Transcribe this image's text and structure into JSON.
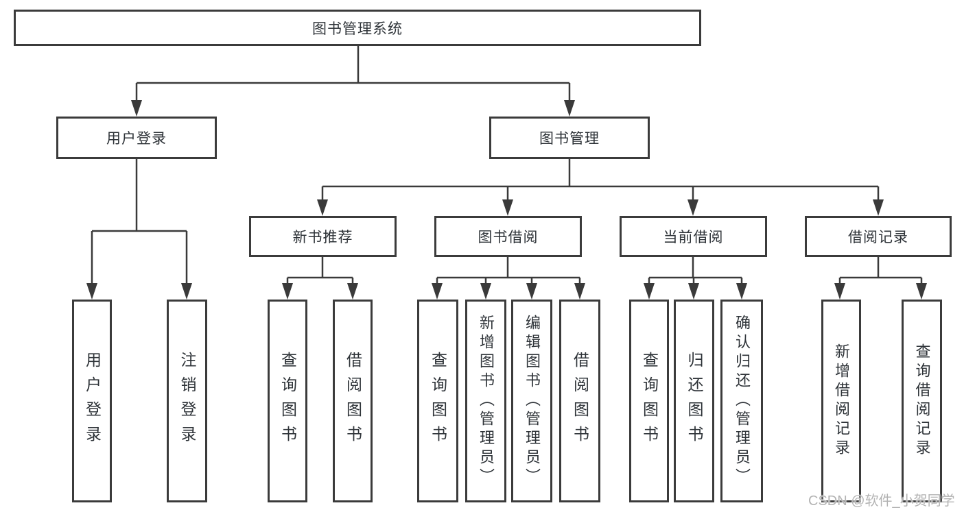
{
  "tree": {
    "label": "图书管理系统",
    "children": [
      {
        "label": "用户登录",
        "children": [
          {
            "label": "用户登录"
          },
          {
            "label": "注销登录"
          }
        ]
      },
      {
        "label": "图书管理",
        "children": [
          {
            "label": "新书推荐",
            "children": [
              {
                "label": "查询图书"
              },
              {
                "label": "借阅图书"
              }
            ]
          },
          {
            "label": "图书借阅",
            "children": [
              {
                "label": "查询图书"
              },
              {
                "label": "新增图书（管理员）"
              },
              {
                "label": "编辑图书（管理员）"
              },
              {
                "label": "借阅图书"
              }
            ]
          },
          {
            "label": "当前借阅",
            "children": [
              {
                "label": "查询图书"
              },
              {
                "label": "归还图书"
              },
              {
                "label": "确认归还（管理员）"
              }
            ]
          },
          {
            "label": "借阅记录",
            "children": [
              {
                "label": "新增借阅记录"
              },
              {
                "label": "查询借阅记录"
              }
            ]
          }
        ]
      }
    ]
  },
  "watermark": "CSDN @软件_小贺同学",
  "colors": {
    "background": "#ffffff",
    "box_border": "#3b3b3b",
    "connector_line": "#3a3a3a",
    "text": "#2e3338",
    "watermark_text": "#b3b3b3"
  }
}
